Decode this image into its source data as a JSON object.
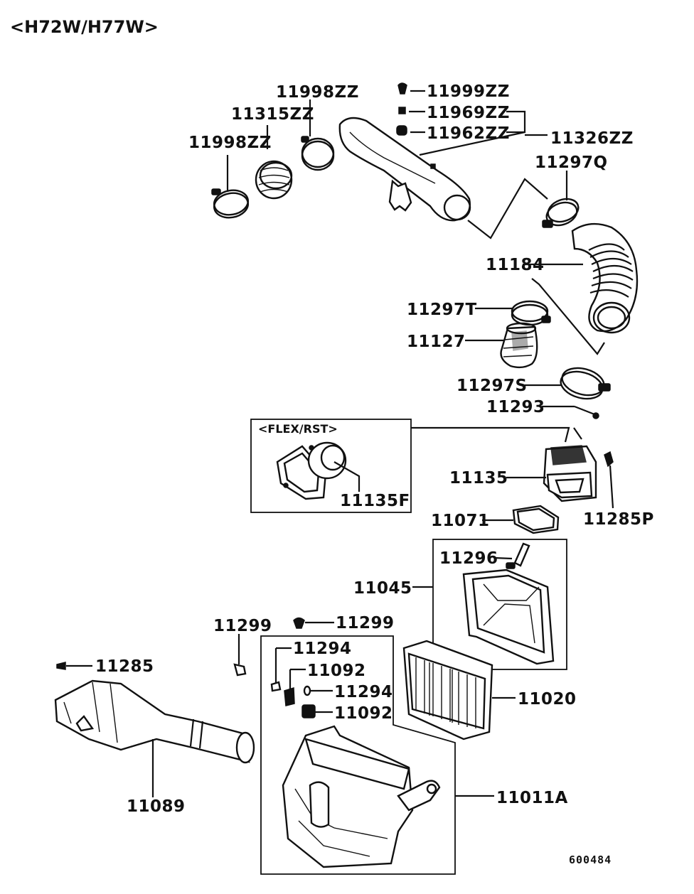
{
  "header": "<H72W/H77W>",
  "inset_label": "<FLEX/RST>",
  "reference_code": "600484",
  "parts": {
    "p11998zz_a": "11998ZZ",
    "p11315zz": "11315ZZ",
    "p11998zz_b": "11998ZZ",
    "p11999zz": "11999ZZ",
    "p11969zz": "11969ZZ",
    "p11962zz": "11962ZZ",
    "p11326zz": "11326ZZ",
    "p11297q": "11297Q",
    "p11184": "11184",
    "p11297t": "11297T",
    "p11127": "11127",
    "p11297s": "11297S",
    "p11293": "11293",
    "p11135f": "11135F",
    "p11135": "11135",
    "p11285p": "11285P",
    "p11071": "11071",
    "p11296": "11296",
    "p11045": "11045",
    "p11299_a": "11299",
    "p11299_b": "11299",
    "p11285": "11285",
    "p11294_a": "11294",
    "p11092_a": "11092",
    "p11294_b": "11294",
    "p11092_b": "11092",
    "p11020": "11020",
    "p11089": "11089",
    "p11011a": "11011A"
  }
}
